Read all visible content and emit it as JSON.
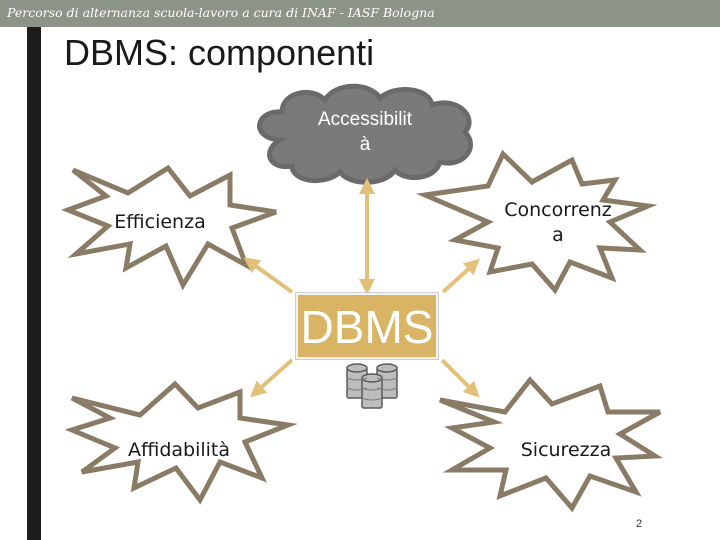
{
  "header": {
    "course_text": "Percorso di alternanza scuola-lavoro a cura di INAF - IASF Bologna"
  },
  "slide": {
    "title": "DBMS: componenti",
    "page_number": "2"
  },
  "diagram": {
    "center_label": "DBMS",
    "nodes": {
      "accessibilita": [
        "Accessibilit",
        "à"
      ],
      "efficienza": "Efficienza",
      "concorrenza": [
        "Concorrenz",
        "a"
      ],
      "affidabilita": "Affidabilità",
      "sicurezza": "Sicurezza"
    },
    "icons": [
      "database-icon"
    ]
  },
  "colors": {
    "header_bar": "#8c9387",
    "left_bar": "#1d1d1d",
    "center_box": "#d8b464",
    "arrows": "#e3c07a",
    "starbursts_stroke": "#8a7b66",
    "cloud_fill": "#7a7a7a"
  }
}
